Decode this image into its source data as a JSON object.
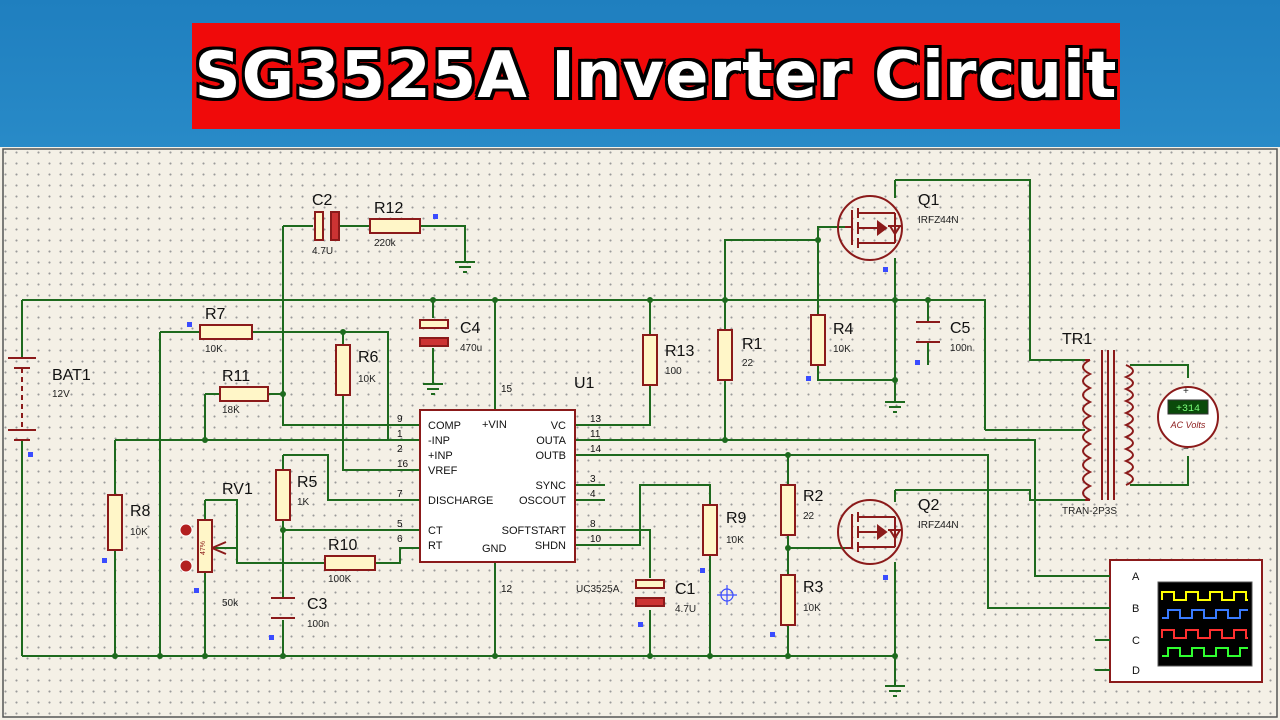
{
  "banner": {
    "title": "SG3525A Inverter Circuit"
  },
  "components": {
    "bat1": {
      "ref": "BAT1",
      "value": "12V"
    },
    "c2": {
      "ref": "C2",
      "value": "4.7U"
    },
    "r12": {
      "ref": "R12",
      "value": "220k"
    },
    "r7": {
      "ref": "R7",
      "value": "10K"
    },
    "r11": {
      "ref": "R11",
      "value": "18K"
    },
    "r6": {
      "ref": "R6",
      "value": "10K"
    },
    "c4": {
      "ref": "C4",
      "value": "470u"
    },
    "r13": {
      "ref": "R13",
      "value": "100"
    },
    "r1": {
      "ref": "R1",
      "value": "22"
    },
    "r4": {
      "ref": "R4",
      "value": "10K"
    },
    "c5": {
      "ref": "C5",
      "value": "100n"
    },
    "q1": {
      "ref": "Q1",
      "value": "IRFZ44N"
    },
    "q2": {
      "ref": "Q2",
      "value": "IRFZ44N"
    },
    "tr1": {
      "ref": "TR1",
      "value": "TRAN-2P3S"
    },
    "r8": {
      "ref": "R8",
      "value": "10K"
    },
    "rv1": {
      "ref": "RV1",
      "value": "50k",
      "wiper": "47%"
    },
    "r5": {
      "ref": "R5",
      "value": "1K"
    },
    "c3": {
      "ref": "C3",
      "value": "100n"
    },
    "r10": {
      "ref": "R10",
      "value": "100K"
    },
    "c1": {
      "ref": "C1",
      "value": "4.7U"
    },
    "r9": {
      "ref": "R9",
      "value": "10K"
    },
    "r2": {
      "ref": "R2",
      "value": "22"
    },
    "r3": {
      "ref": "R3",
      "value": "10K"
    },
    "u1": {
      "ref": "U1",
      "part": "UC3525A"
    }
  },
  "u1_pins": {
    "left": [
      {
        "num": "9",
        "name": "COMP"
      },
      {
        "num": "1",
        "name": "-INP"
      },
      {
        "num": "2",
        "name": "+INP"
      },
      {
        "num": "16",
        "name": "VREF"
      },
      {
        "num": "7",
        "name": "DISCHARGE"
      },
      {
        "num": "5",
        "name": "CT"
      },
      {
        "num": "6",
        "name": "RT"
      }
    ],
    "right": [
      {
        "num": "13",
        "name": "VC"
      },
      {
        "num": "11",
        "name": "OUTA"
      },
      {
        "num": "14",
        "name": "OUTB"
      },
      {
        "num": "3",
        "name": "SYNC"
      },
      {
        "num": "4",
        "name": "OSCOUT"
      },
      {
        "num": "8",
        "name": "SOFTSTART"
      },
      {
        "num": "10",
        "name": "SHDN"
      }
    ],
    "top": [
      {
        "num": "15",
        "name": "+VIN"
      }
    ],
    "bottom": [
      {
        "num": "12",
        "name": "GND"
      }
    ]
  },
  "voltmeter": {
    "reading": "+314",
    "label": "AC Volts",
    "plus": "+",
    "minus": "−"
  },
  "oscilloscope": {
    "channels": [
      "A",
      "B",
      "C",
      "D"
    ],
    "trace_colors": [
      "#ffff00",
      "#3a7bff",
      "#ff3030",
      "#30ff30"
    ]
  },
  "colors": {
    "wire": "#1e6a1e",
    "component": "#8b1a1a",
    "banner": "#f00a0a"
  }
}
